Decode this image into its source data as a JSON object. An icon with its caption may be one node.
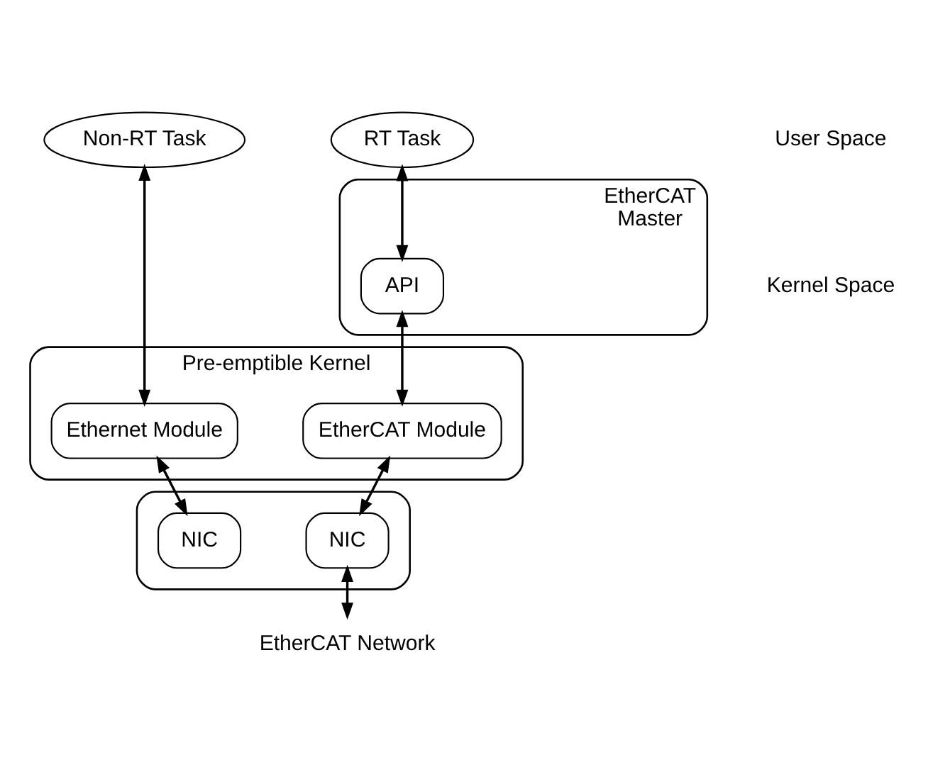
{
  "diagram": {
    "nodes": [
      {
        "text": [
          "Non-RT Task"
        ]
      },
      {
        "text": [
          "RT Task"
        ]
      },
      {
        "text": [
          "EtherCAT Master"
        ]
      },
      {
        "text": [
          "API"
        ],
        "in": 2
      },
      {
        "text": [
          "Pre-emptible Kernel"
        ]
      },
      {
        "text": [
          "Ethernet Module"
        ],
        "in": 4
      },
      {
        "text": [
          "EtherCAT Module"
        ],
        "in": 4
      },
      {
        "text": [],
        "shape": "box"
      },
      {
        "text": [
          "NIC"
        ],
        "in": 7
      },
      {
        "text": [
          "NIC"
        ],
        "in": 7
      },
      {
        "text": [
          "EtherCAT Network"
        ]
      }
    ],
    "edges": [
      {
        "from": 0,
        "to": 5,
        "arrow": "both"
      },
      {
        "from": 1,
        "to": 3,
        "arrow": "both"
      },
      {
        "from": 3,
        "to": 6,
        "arrow": "both"
      },
      {
        "from": 5,
        "to": 8,
        "arrow": "both"
      },
      {
        "from": 6,
        "to": 9,
        "arrow": "both"
      },
      {
        "from": 9,
        "to": 10,
        "arrow": "both"
      }
    ],
    "labels": [
      "User Space",
      "Kernel Space"
    ]
  }
}
